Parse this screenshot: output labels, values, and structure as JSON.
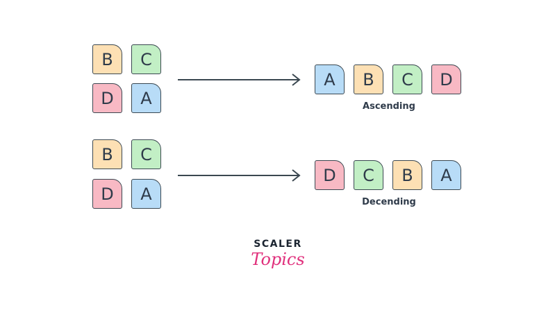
{
  "colors": {
    "A": "#b8dcf7",
    "B": "#fde0b4",
    "C": "#c2efc5",
    "D": "#f8b9c4",
    "stroke": "#3a4750",
    "text": "#2f3b4a",
    "brand_pink": "#e0307c"
  },
  "rows": [
    {
      "input_grid": [
        "B",
        "C",
        "D",
        "A"
      ],
      "output": [
        "A",
        "B",
        "C",
        "D"
      ],
      "caption": "Ascending"
    },
    {
      "input_grid": [
        "B",
        "C",
        "D",
        "A"
      ],
      "output": [
        "D",
        "C",
        "B",
        "A"
      ],
      "caption": "Decending"
    }
  ],
  "logo": {
    "line1": "SCALER",
    "line2": "Topics"
  }
}
